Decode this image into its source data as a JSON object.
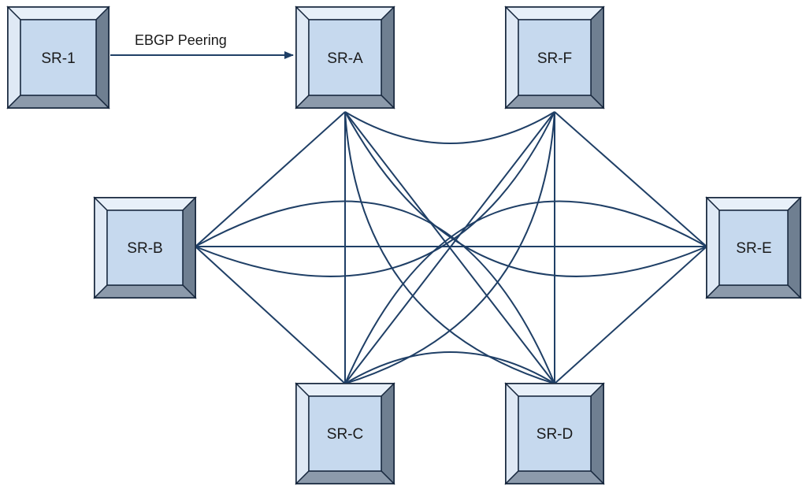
{
  "ebgp_label": "EBGP Peering",
  "colors": {
    "line": "#1f3f66",
    "box_face": "#c6d9ee",
    "box_outline": "#1a2a40"
  },
  "routers": [
    {
      "id": "sr1",
      "label": "SR-1"
    },
    {
      "id": "sra",
      "label": "SR-A"
    },
    {
      "id": "srf",
      "label": "SR-F"
    },
    {
      "id": "srb",
      "label": "SR-B"
    },
    {
      "id": "sre",
      "label": "SR-E"
    },
    {
      "id": "src",
      "label": "SR-C"
    },
    {
      "id": "srd",
      "label": "SR-D"
    }
  ]
}
